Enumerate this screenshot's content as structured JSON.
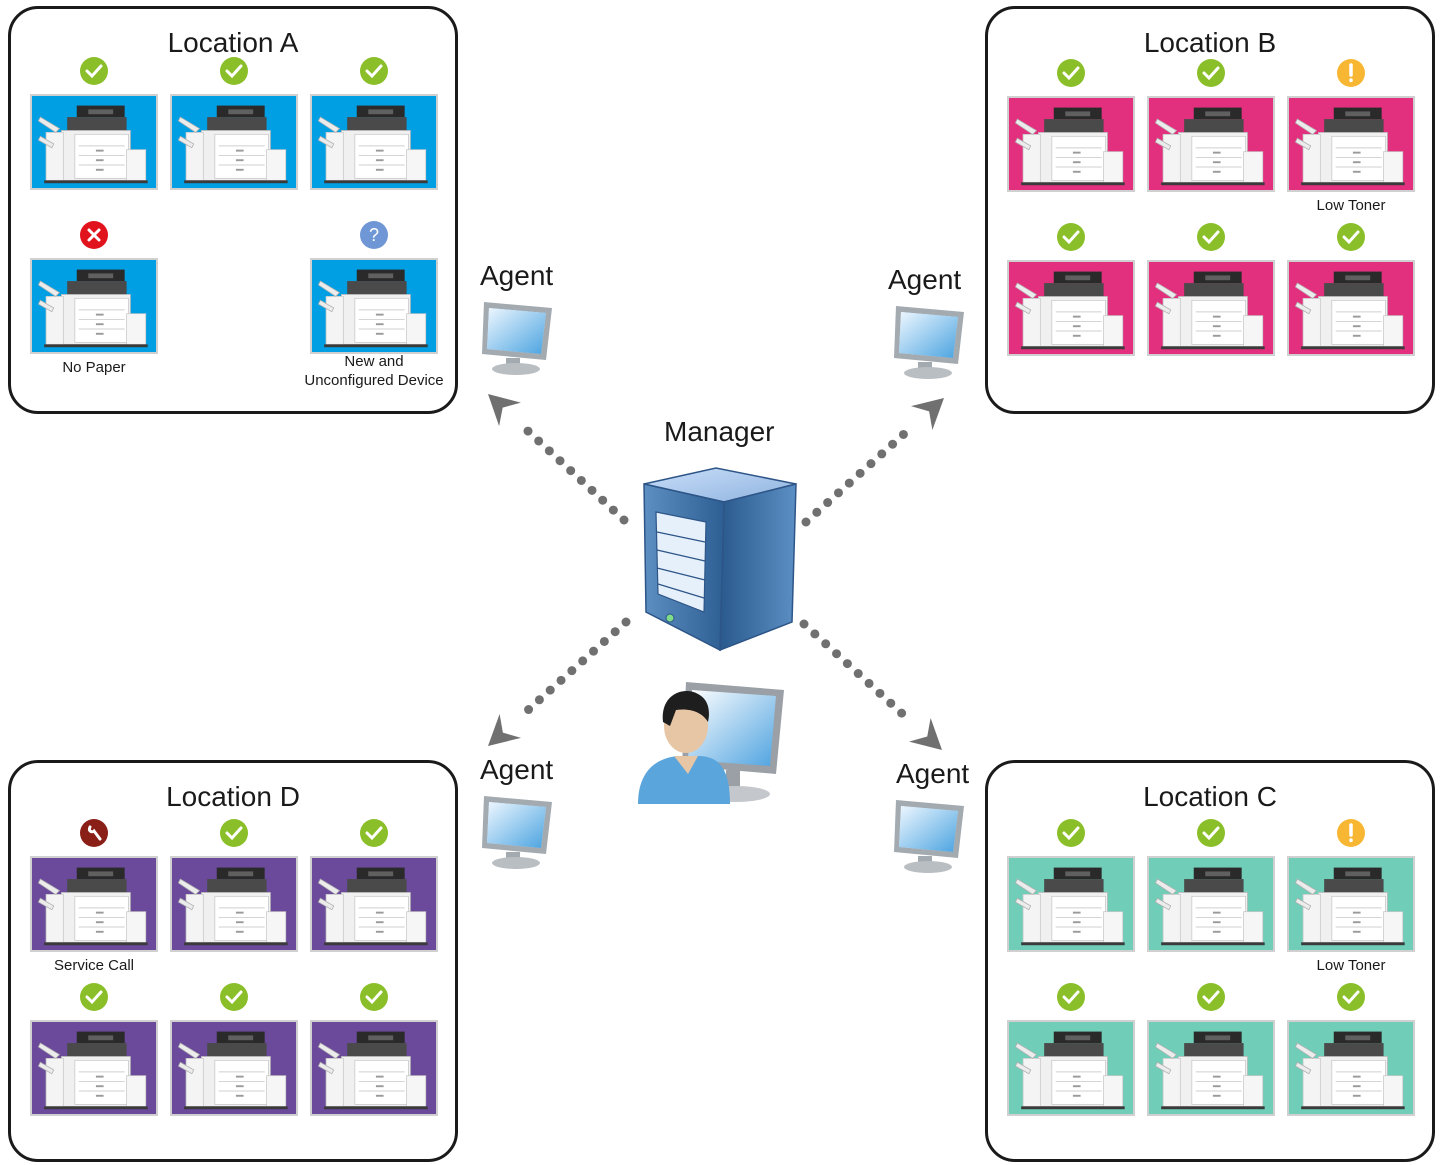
{
  "manager": {
    "label": "Manager"
  },
  "agent_label": "Agent",
  "locations": [
    {
      "id": "a",
      "title": "Location A",
      "color": "#1aa0da",
      "printer_bg": "#009fe3",
      "printers": [
        {
          "status": "ok",
          "caption": ""
        },
        {
          "status": "ok",
          "caption": ""
        },
        {
          "status": "ok",
          "caption": ""
        },
        {
          "status": "error",
          "caption": "No Paper"
        },
        {
          "status": "unknown",
          "caption": "New and\nUnconfigured Device"
        }
      ]
    },
    {
      "id": "b",
      "title": "Location B",
      "color": "#d63384",
      "printer_bg": "#e3307e",
      "printers": [
        {
          "status": "ok",
          "caption": ""
        },
        {
          "status": "ok",
          "caption": ""
        },
        {
          "status": "warning",
          "caption": "Low Toner"
        },
        {
          "status": "ok",
          "caption": ""
        },
        {
          "status": "ok",
          "caption": ""
        },
        {
          "status": "ok",
          "caption": ""
        }
      ]
    },
    {
      "id": "c",
      "title": "Location C",
      "color": "#3aab94",
      "printer_bg": "#6fcdb8",
      "printers": [
        {
          "status": "ok",
          "caption": ""
        },
        {
          "status": "ok",
          "caption": ""
        },
        {
          "status": "warning",
          "caption": "Low Toner"
        },
        {
          "status": "ok",
          "caption": ""
        },
        {
          "status": "ok",
          "caption": ""
        },
        {
          "status": "ok",
          "caption": ""
        }
      ]
    },
    {
      "id": "d",
      "title": "Location D",
      "color": "#6a4a96",
      "printer_bg": "#6b4a9b",
      "printers": [
        {
          "status": "service",
          "caption": "Service Call"
        },
        {
          "status": "ok",
          "caption": ""
        },
        {
          "status": "ok",
          "caption": ""
        },
        {
          "status": "ok",
          "caption": ""
        },
        {
          "status": "ok",
          "caption": ""
        },
        {
          "status": "ok",
          "caption": ""
        }
      ]
    }
  ],
  "status_icons": {
    "ok": {
      "icon": "check-icon",
      "color": "#8bbf2a"
    },
    "error": {
      "icon": "x-icon",
      "color": "#e1141e"
    },
    "unknown": {
      "icon": "question-icon",
      "color": "#6f97d6"
    },
    "warning": {
      "icon": "exclamation-icon",
      "color": "#f7b733"
    },
    "service": {
      "icon": "wrench-icon",
      "color": "#8a1f17"
    }
  }
}
